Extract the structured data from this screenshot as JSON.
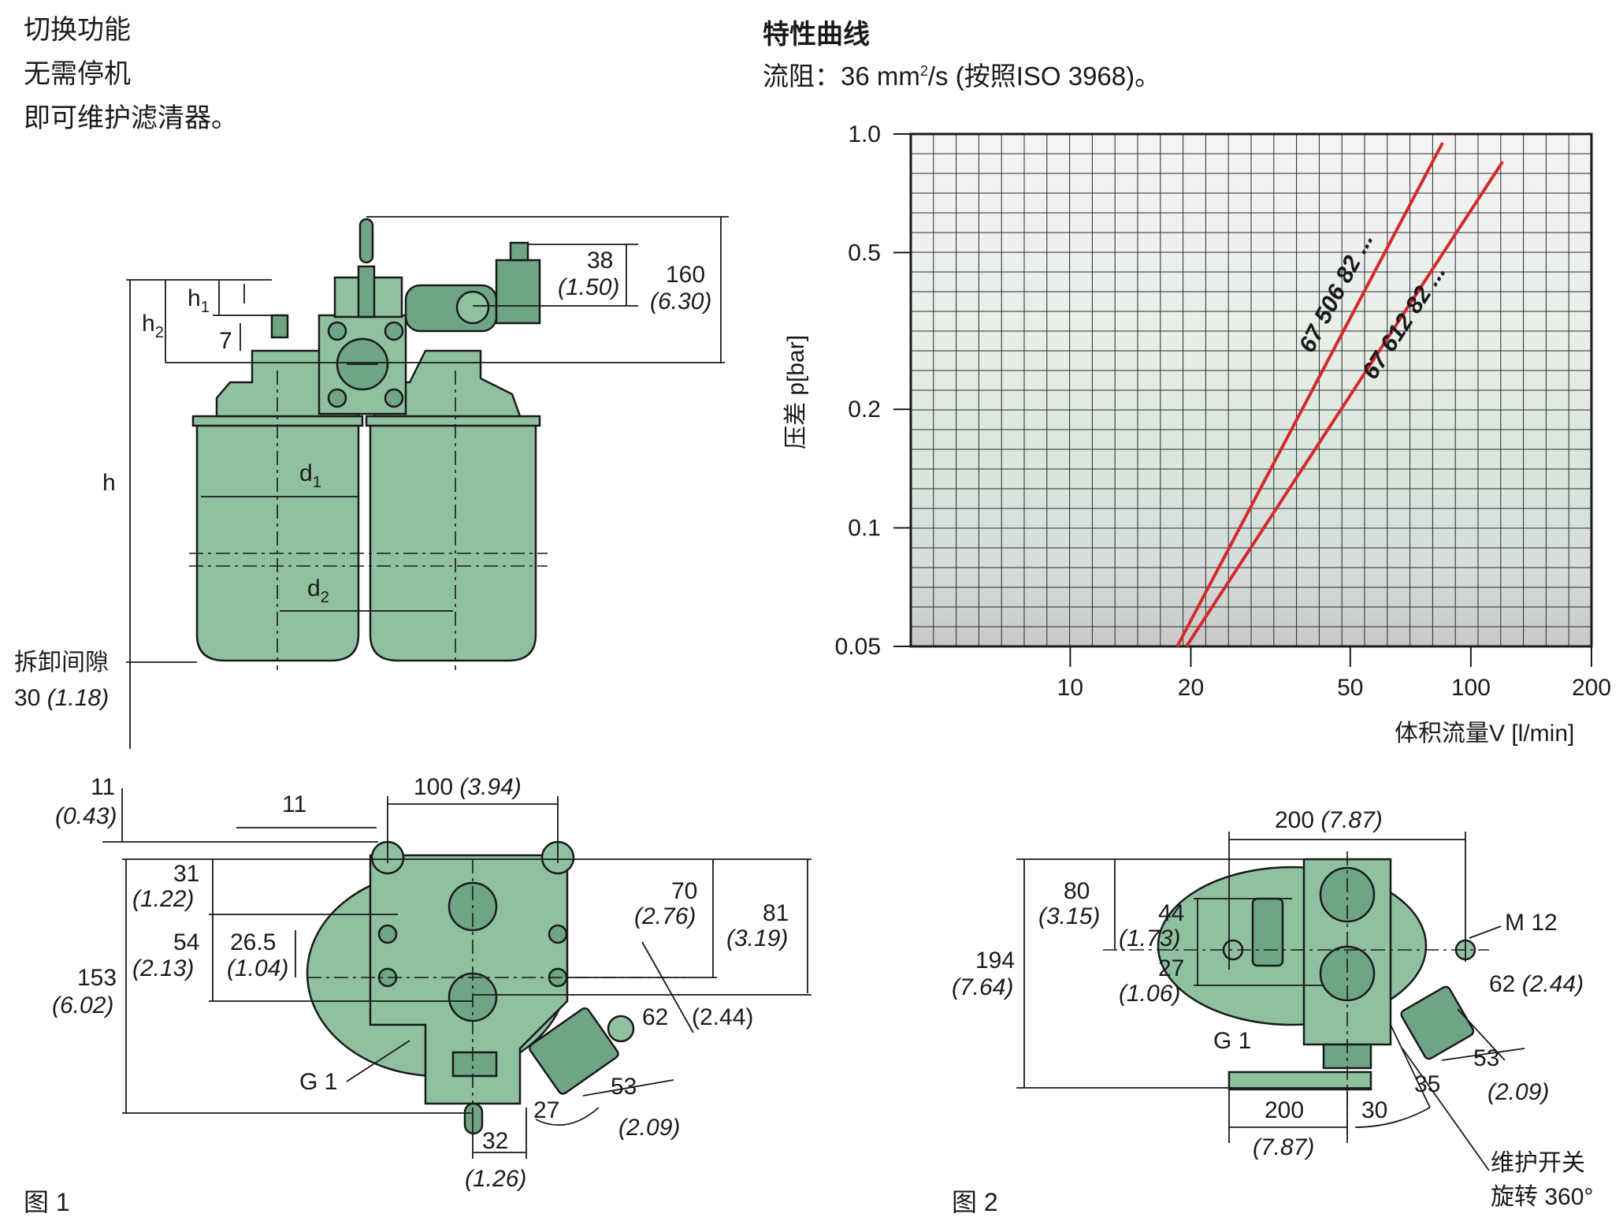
{
  "intro": {
    "line1": "切换功能",
    "line2": "无需停机",
    "line3": "即可维护滤清器。"
  },
  "section": {
    "title": "特性曲线",
    "subtitle_pre": "流阻：36 mm",
    "subtitle_sup": "2",
    "subtitle_post": "/s (按照ISO 3968)。"
  },
  "fig1": {
    "label": "图 1",
    "h": "h",
    "h1": "h",
    "h1_sub": "1",
    "h2": "h",
    "h2_sub": "2",
    "d1": "d",
    "d1_sub": "1",
    "d2": "d",
    "d2_sub": "2",
    "dim_7": "7",
    "dim_38": "38",
    "dim_38_in": "(1.50)",
    "dim_160": "160",
    "dim_160_in": "(6.30)",
    "clearance": "拆卸间隙",
    "clearance_val": "30",
    "clearance_in": "(1.18)",
    "dim_11a": "11",
    "dim_11a_in": "(0.43)",
    "dim_11b": "11",
    "dim_100": "100",
    "dim_100_in": "(3.94)",
    "dim_31": "31",
    "dim_31_in": "(1.22)",
    "dim_54": "54",
    "dim_54_in": "(2.13)",
    "dim_26": "26.5",
    "dim_26_in": "(1.04)",
    "dim_153": "153",
    "dim_153_in": "(6.02)",
    "dim_70": "70",
    "dim_70_in": "(2.76)",
    "dim_81": "81",
    "dim_81_in": "(3.19)",
    "dim_62": "62",
    "dim_62_in": "(2.44)",
    "dim_53": "53",
    "dim_53_in": "(2.09)",
    "dim_27": "27",
    "dim_32": "32",
    "dim_32_in": "(1.26)",
    "port": "G 1"
  },
  "fig2": {
    "label": "图 2",
    "dim_200_top": "200",
    "dim_200_top_in": "(7.87)",
    "dim_80": "80",
    "dim_80_in": "(3.15)",
    "dim_44": "44",
    "dim_44_in": "(1.73)",
    "dim_27": "27",
    "dim_27_in": "(1.06)",
    "dim_194": "194",
    "dim_194_in": "(7.64)",
    "thread": "M 12",
    "dim_62": "62",
    "dim_62_in": "(2.44)",
    "port": "G 1",
    "dim_53": "53",
    "dim_53_in": "(2.09)",
    "dim_35": "35",
    "dim_200_bot": "200",
    "dim_200_bot_in": "(7.87)",
    "dim_30": "30",
    "switch_l1": "维护开关",
    "switch_l2": "旋转 360°"
  },
  "chart_data": {
    "type": "line",
    "title": "",
    "xlabel": "体积流量V  [l/min]",
    "ylabel": "压差    p[bar]",
    "x_scale": "log",
    "y_scale": "log",
    "xlim": [
      4,
      200
    ],
    "ylim": [
      0.05,
      1.0
    ],
    "x_ticks": [
      "10",
      "20",
      "50",
      "100",
      "200"
    ],
    "y_ticks": [
      "1.0",
      "0.5",
      "0.2",
      "0.1",
      "0.05"
    ],
    "grid": true,
    "series": [
      {
        "name": "67 506 82 ...",
        "x": [
          18.5,
          85
        ],
        "y": [
          0.05,
          0.95
        ]
      },
      {
        "name": "67 612 82 ...",
        "x": [
          19.5,
          120
        ],
        "y": [
          0.05,
          0.85
        ]
      }
    ],
    "line_color": "#d42a2a"
  }
}
